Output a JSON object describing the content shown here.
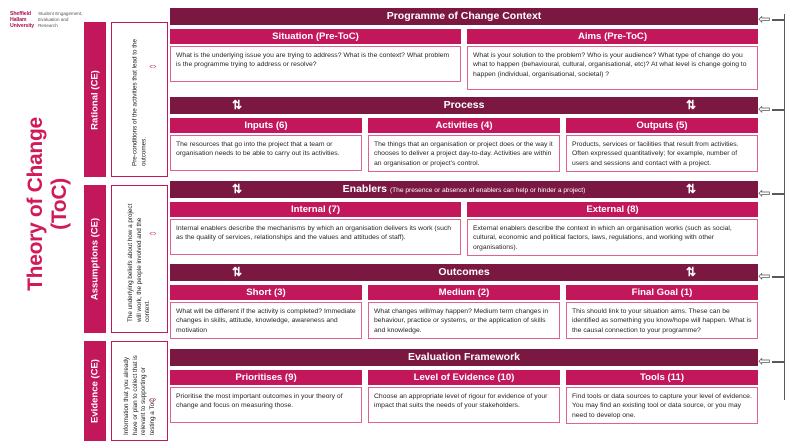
{
  "logo": {
    "institution_line1": "Sheffield",
    "institution_line2": "Hallam",
    "institution_line3": "University",
    "department_line1": "Student Engagement,",
    "department_line2": "Evaluation and",
    "department_line3": "Research"
  },
  "title": {
    "line1": "Theory of Change",
    "line2": "(ToC)"
  },
  "colors": {
    "brand_pink": "#c2185b",
    "brand_magenta": "#d2195a",
    "band_dark": "#7b1842",
    "box_border": "#e0628e",
    "arrow_grey": "#58595b",
    "text": "#231f20"
  },
  "icons": {
    "dual_arrow": "⇅",
    "left_arrow": "⇦",
    "horizontal_dual_arrow": "⇔"
  },
  "categories": [
    {
      "label": "Rational (CE)",
      "description": "Pre-conditions of the activities that lead to the outcomes."
    },
    {
      "label": "Assumptions (CE)",
      "description": "The underlying beliefs about how a project will work, the people involved and the context."
    },
    {
      "label": "Evidence (CE)",
      "description": "Information that you already have or plan to collect that is relevant to supporting or testing a ToC"
    }
  ],
  "bands": [
    {
      "header": "Programme of Change Context",
      "header_sub": "",
      "show_dual_arrows": false,
      "columns": [
        {
          "title": "Situation (Pre-ToC)",
          "body": "What is the underlying issue you are trying to address? What is the context? What problem is the programme trying to address or resolve?"
        },
        {
          "title": "Aims (Pre-ToC)",
          "body": "What is your solution to the problem? Who is your audience? What type of change do you what to happen (behavioural, cultural, organisational, etc)? At what level is change going to happen  (individual, organisational, societal) ?"
        }
      ]
    },
    {
      "header": "Process",
      "header_sub": "",
      "show_dual_arrows": true,
      "columns": [
        {
          "title": "Inputs (6)",
          "body": "The resources that go into the project that a team or organisation needs to be able to carry out its activities."
        },
        {
          "title": "Activities (4)",
          "body": "The things that an organisation or project does or the way it chooses to deliver a project day-to-day. Activities are within an organisation or project's control."
        },
        {
          "title": "Outputs (5)",
          "body": "Products, services or facilities that result from activities. Often expressed quantitatively; for example, number of users and sessions and contact with a project."
        }
      ]
    },
    {
      "header": "Enablers",
      "header_sub": "(The presence or absence of enablers can help or hinder a project)",
      "show_dual_arrows": true,
      "columns": [
        {
          "title": "Internal (7)",
          "body": "Internal enablers describe the mechanisms by which an organisation delivers its work (such as the quality of services, relationships and the values and attitudes of staff)."
        },
        {
          "title": "External (8)",
          "body": "External enablers describe the context in which an organisation works (such as social, cultural, economic and political factors, laws, regulations, and working with other organisations)."
        }
      ]
    },
    {
      "header": "Outcomes",
      "header_sub": "",
      "show_dual_arrows": true,
      "columns": [
        {
          "title": "Short (3)",
          "body": "What will be different if the activity is completed? Immediate changes in skills, attitude, knowledge, awareness and motivation"
        },
        {
          "title": "Medium (2)",
          "body": "What changes will/may happen? Medium term changes in behaviour, practice or systems, or the application of skills and knowledge."
        },
        {
          "title": "Final Goal (1)",
          "body": "This should link to your situation aims. These can be identified as something you know/hope will happen. What is the causal connection to your programme?"
        }
      ]
    },
    {
      "header": "Evaluation Framework",
      "header_sub": "",
      "show_dual_arrows": false,
      "columns": [
        {
          "title": "Prioritises (9)",
          "body": "Prioritise the most important outcomes in your theory of change and focus on measuring those."
        },
        {
          "title": "Level of Evidence (10)",
          "body": "Choose an appropriate level of rigour for evidence of your impact that suits the needs of your stakeholders."
        },
        {
          "title": "Tools (11)",
          "body": "Find tools or data sources to capture your level of evidence. You may find an existing tool or data source, or you may need to develop one."
        }
      ]
    }
  ]
}
